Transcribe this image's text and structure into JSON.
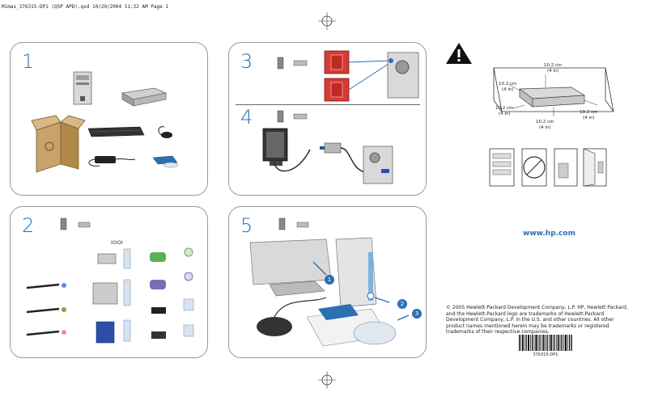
{
  "header": {
    "slug_line": "Mimas_376315-DP1 (QSP APD).qxd  10/20/2004  11:32 AM  Page 1"
  },
  "steps": [
    {
      "number": "1"
    },
    {
      "number": "2"
    },
    {
      "number": "3"
    },
    {
      "number": "4"
    },
    {
      "number": "5"
    }
  ],
  "step2": {
    "serial_label": "IOIOI"
  },
  "clearance": {
    "top_left": "10.2 cm",
    "top_left_in": "(4 in)",
    "top_right": "10.2 cm",
    "top_right_in": "(4 in)",
    "left": "10.2 cm",
    "left_in": "(4 in)",
    "right": "10.2 cm",
    "right_in": "(4 in)",
    "bottom": "10.2 cm",
    "bottom_in": "(4 in)"
  },
  "step5": {
    "callouts": [
      "1",
      "2",
      "3"
    ]
  },
  "warning_icon": "warning-triangle-icon",
  "footer": {
    "website": "www.hp.com",
    "copyright": "© 2005 Hewlett-Packard Development Company, L.P. HP, Hewlett Packard, and the Hewlett-Packard logo are trademarks of Hewlett-Packard Development Company, L.P. in the U.S. and other countries. All other product names mentioned herein may be trademarks or registered trademarks of their respective companies.",
    "barcode_number": "376315-DP1"
  },
  "colors": {
    "accent": "#2c6fb3",
    "warning_red": "#c8302c",
    "power_green": "#6db33f",
    "mouse_green": "#58b05a",
    "keyboard_purple": "#7b6cb5",
    "vga_blue": "#2b4fa8"
  }
}
